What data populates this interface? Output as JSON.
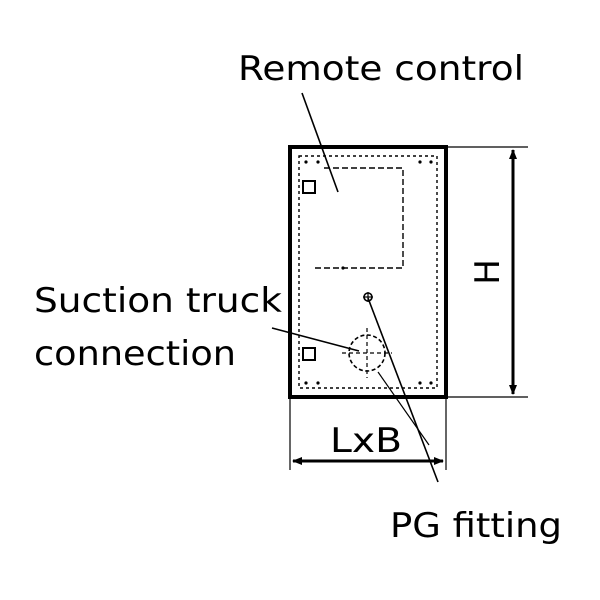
{
  "labels": {
    "remote_control": "Remote control",
    "suction_line1": "Suction truck",
    "suction_line2": "connection",
    "dimension_width": "LxB",
    "dimension_height": "H",
    "pg_fitting": "PG fitting"
  },
  "colors": {
    "stroke": "#000000",
    "background": "#ffffff"
  }
}
